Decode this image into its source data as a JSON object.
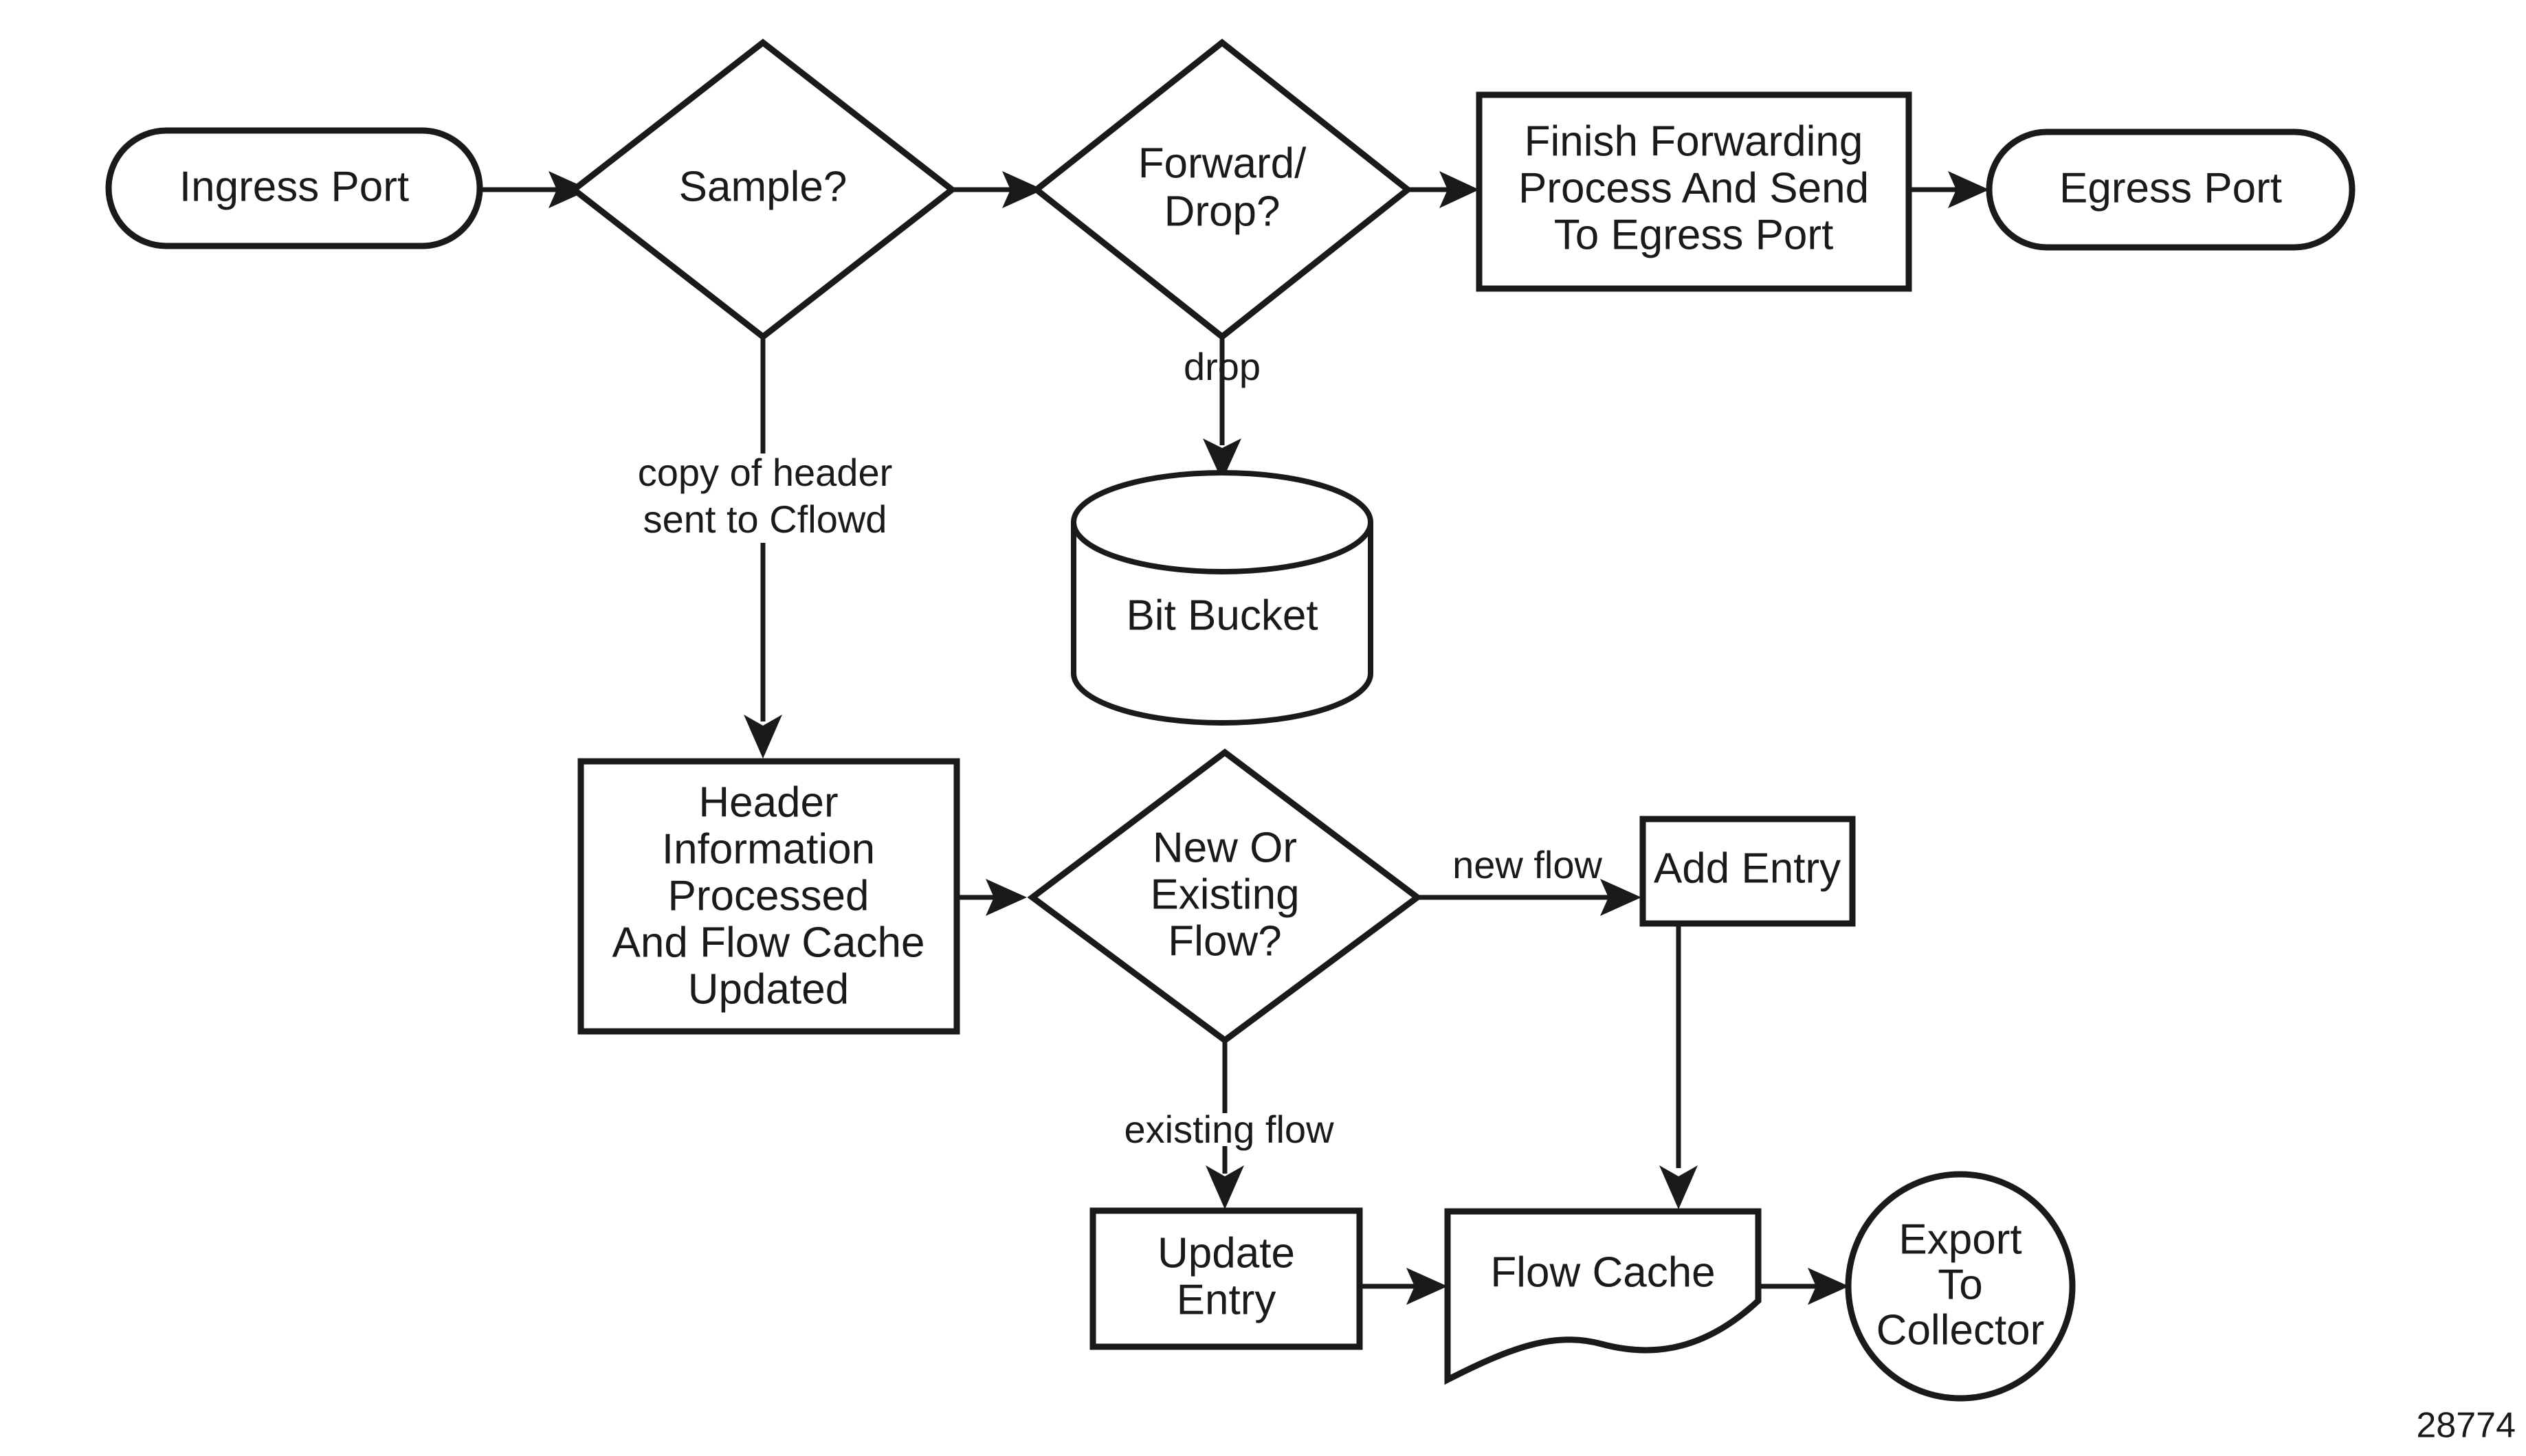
{
  "figure": {
    "number": "28774",
    "background_color": "#ffffff",
    "ink_color": "#1a1a1a"
  },
  "nodes": {
    "ingress_port": {
      "label": "Ingress Port",
      "shape": "stadium"
    },
    "sample_decision": {
      "label_line1": "Sample?",
      "shape": "diamond"
    },
    "forward_drop_decision": {
      "label_line1": "Forward/",
      "label_line2": "Drop?",
      "shape": "diamond"
    },
    "finish_forwarding": {
      "label_line1": "Finish Forwarding",
      "label_line2": "Process And Send",
      "label_line3": "To Egress Port",
      "shape": "rectangle"
    },
    "egress_port": {
      "label": "Egress Port",
      "shape": "stadium"
    },
    "bit_bucket": {
      "label": "Bit Bucket",
      "shape": "cylinder"
    },
    "header_processed": {
      "label_line1": "Header",
      "label_line2": "Information",
      "label_line3": "Processed",
      "label_line4": "And Flow Cache",
      "label_line5": "Updated",
      "shape": "rectangle"
    },
    "new_or_existing_decision": {
      "label_line1": "New Or",
      "label_line2": "Existing",
      "label_line3": "Flow?",
      "shape": "diamond"
    },
    "add_entry": {
      "label": "Add Entry",
      "shape": "rectangle"
    },
    "update_entry": {
      "label_line1": "Update",
      "label_line2": "Entry",
      "shape": "rectangle"
    },
    "flow_cache": {
      "label": "Flow Cache",
      "shape": "document"
    },
    "export_to_collector": {
      "label_line1": "Export",
      "label_line2": "To",
      "label_line3": "Collector",
      "shape": "circle"
    }
  },
  "edge_labels": {
    "drop": "drop",
    "copy_header_line1": "copy of header",
    "copy_header_line2": "sent to Cflowd",
    "new_flow": "new flow",
    "existing_flow": "existing flow"
  }
}
